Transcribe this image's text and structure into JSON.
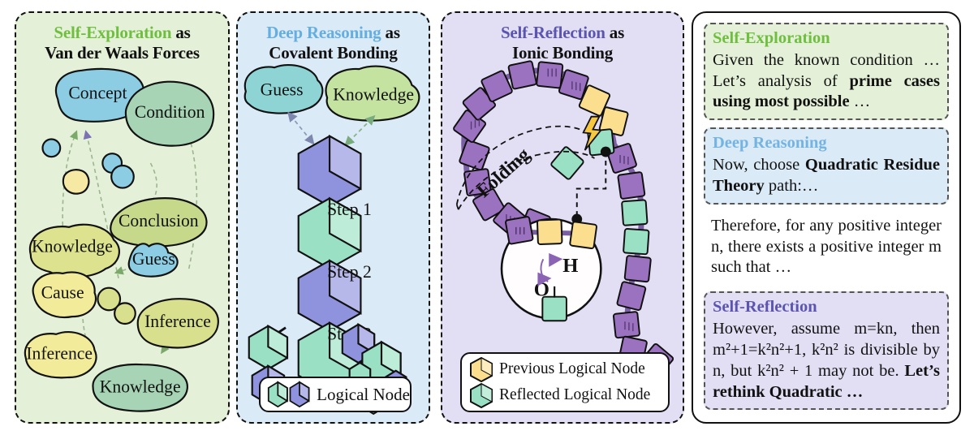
{
  "panels": {
    "explore": {
      "title_accent": "Self-Exploration",
      "title_as": " as",
      "title_line2": "Van der Waals Forces",
      "accent_color": "#6fbf3f",
      "bg_color": "#e4f0d7",
      "blobs": [
        {
          "label": "Concept",
          "color": "#8ccde4"
        },
        {
          "label": "Condition",
          "color": "#a6d4b4"
        },
        {
          "label": "Conclusion",
          "color": "#c6d98a"
        },
        {
          "label": "Knowledge",
          "color": "#dde28e"
        },
        {
          "label": "Guess",
          "color": "#8ccde4"
        },
        {
          "label": "Cause",
          "color": "#ece徐"
        },
        {
          "label": "Inference",
          "color": "#eeea93"
        },
        {
          "label": "Inference",
          "color": "#d9e08d"
        },
        {
          "label": "Knowledge",
          "color": "#a6d4b4"
        }
      ]
    },
    "reason": {
      "title_accent": "Deep Reasoning",
      "title_as": " as",
      "title_line2": "Covalent Bonding",
      "accent_color": "#64aee0",
      "bg_color": "#dbeaf7",
      "blobs": [
        {
          "label": "Guess",
          "color": "#8ed4d4"
        },
        {
          "label": "Knowledge",
          "color": "#c4e2a0"
        }
      ],
      "steps": [
        "Step 1",
        "Step 2",
        "Step 3"
      ],
      "legend": {
        "label": "Logical Node",
        "colors": [
          "#9ae0c4",
          "#8f93dd"
        ]
      }
    },
    "reflect": {
      "title_accent": "Self-Reflection",
      "title_as": " as",
      "title_line2": "Ionic Bonding",
      "accent_color": "#5b55b0",
      "bg_color": "#e2dff4",
      "folding_label": "Folding",
      "inset_atoms": [
        "H",
        "O"
      ],
      "legend": [
        {
          "label": "Previous Logical Node",
          "color": "#fbdf8e"
        },
        {
          "label": "Reflected Logical Node",
          "color": "#9ae0c4"
        }
      ],
      "node_colors": {
        "chain": "#9b72bf",
        "previous": "#fbdf8e",
        "reflected": "#9ae0c4"
      }
    }
  },
  "text_column": {
    "boxes": [
      {
        "id": "explore",
        "head": "Self-Exploration",
        "head_color": "#6fbf3f",
        "bg": "#e4f0d7",
        "style": "dashed",
        "body_parts": [
          {
            "text": "Given the known condition … Let’s analysis of ",
            "bold": false
          },
          {
            "text": "prime cases using most possible",
            "bold": true
          },
          {
            "text": " …",
            "bold": false
          }
        ]
      },
      {
        "id": "reason",
        "head": "Deep Reasoning",
        "head_color": "#74b4e3",
        "bg": "#dbeaf7",
        "style": "dashed",
        "body_parts": [
          {
            "text": "Now, choose ",
            "bold": false
          },
          {
            "text": "Quadratic Residue Theory",
            "bold": true
          },
          {
            "text": " path:…",
            "bold": false
          }
        ]
      },
      {
        "id": "middle",
        "head": "",
        "head_color": "",
        "bg": "#ffffff",
        "style": "plain",
        "body_parts": [
          {
            "text": "Therefore, for any positive integer n, there exists a positive integer m such that …",
            "bold": false
          }
        ]
      },
      {
        "id": "reflect",
        "head": "Self-Reflection",
        "head_color": "#5b55b0",
        "bg": "#e2dff4",
        "style": "dashed",
        "body_parts": [
          {
            "text": "However, assume m=kn, then m²+1=k²n²+1, k²n² is divisible by n, but k²n² + 1 may not be. ",
            "bold": false
          },
          {
            "text": "Let’s rethink Quadratic …",
            "bold": true
          }
        ]
      }
    ]
  }
}
